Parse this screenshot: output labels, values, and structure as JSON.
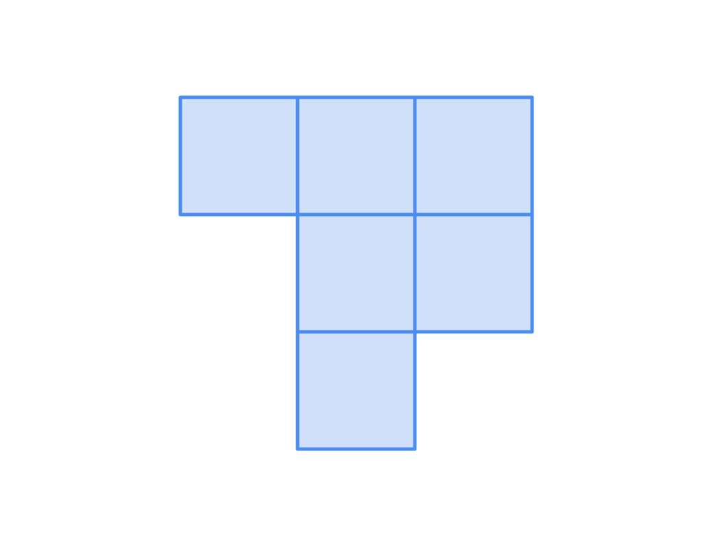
{
  "figure": {
    "kind": "polyomino-net",
    "square_count": 6,
    "colors": {
      "fill": "#cfe0f8",
      "stroke": "#4a8cf0",
      "background": "#ffffff"
    },
    "cells": [
      {
        "row": 0,
        "col": 0
      },
      {
        "row": 0,
        "col": 1
      },
      {
        "row": 0,
        "col": 2
      },
      {
        "row": 1,
        "col": 1
      },
      {
        "row": 1,
        "col": 2
      },
      {
        "row": 2,
        "col": 1
      }
    ]
  }
}
